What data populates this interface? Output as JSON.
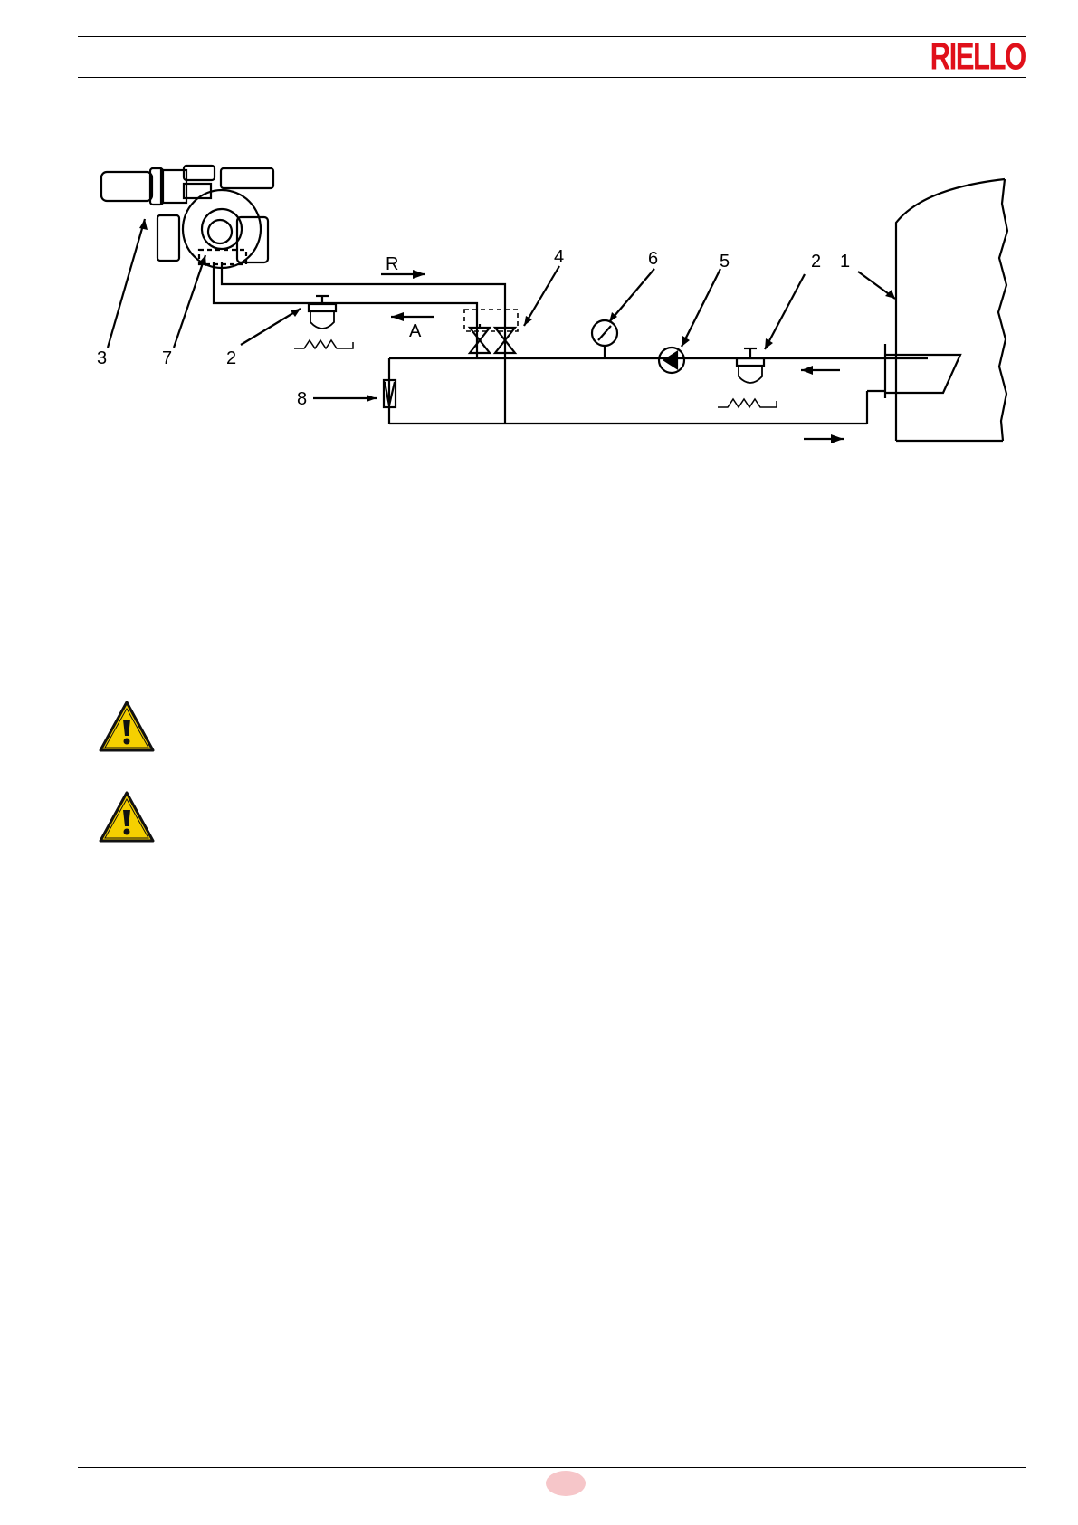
{
  "header": {
    "brand": "RIELLO"
  },
  "diagram": {
    "callouts": [
      "1",
      "2",
      "2",
      "3",
      "4",
      "5",
      "6",
      "7",
      "8"
    ],
    "flow_labels": [
      "R",
      "A"
    ]
  },
  "icons": {
    "warning": "warning-triangle-icon"
  },
  "colors": {
    "brand": "#e0101a",
    "warning_yellow": "#f5d000",
    "page_badge": "#f6c6c9"
  }
}
